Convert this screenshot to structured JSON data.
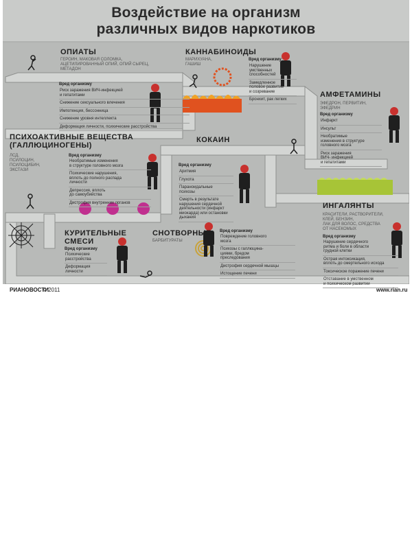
{
  "title": {
    "line1": "Воздействие на организм",
    "line2": "различных видов наркотиков"
  },
  "harm_label": "Вред организму",
  "sections": {
    "opiates": {
      "heading": "ОПИАТЫ",
      "subtitle": "ГЕРОИН, МАКОВАЯ СОЛОМКА,\nАЦЕТИЛИРОВАННЫЙ ОПИЙ, ОПИЙ СЫРЕЦ,\nМЕТАДОН",
      "harms": [
        "Риск заражения ВИЧ-инфекцией\nи гепатитами",
        "Снижение сексуального влечения",
        "Импотенция, бессонница",
        "Снижение уровня интеллекта",
        "Деформация личности, психические расстройства"
      ]
    },
    "cannabinoids": {
      "heading": "КАННАБИНОИДЫ",
      "subtitle": "МАРИХУАНА,\nГАШИШ",
      "harms": [
        "Нарушение\nумственных\nспособностей",
        "Замедленное\nполовое развитие\nи созревание",
        "Бронхит, рак легких"
      ]
    },
    "amphetamines": {
      "heading": "АМФЕТАМИНЫ",
      "subtitle": "ЭФЕДРОН, ПЕРВИТИН,\nЭФЕДРИН",
      "harms": [
        "Инфаркт",
        "Инсульт",
        "Необратимые\nизменения в структуре\nголовного мозга",
        "Риск заражения\nВИЧ- инфекцией\nи гепатитами"
      ]
    },
    "psychoactive": {
      "heading": "ПСИХОАКТИВНЫЕ ВЕЩЕСТВА\n(ГАЛЛЮЦИНОГЕНЫ)",
      "subtitle": "ЛСД,\nПСИЛОЦИН,\nПСИЛОЦИБИН,\nЭКСТАЗИ",
      "harms": [
        "Необратимые изменения\nв структуре головного мозга",
        "Психические нарушения,\nвплоть до полного распада\nличности",
        "Депрессия, вплоть\nдо самоубийства",
        "Дистрофия внутренних органов"
      ]
    },
    "cocaine": {
      "heading": "КОКАИН",
      "harms": [
        "Аритмия",
        "Глухота",
        "Параноидальные\nпсихозы",
        "Смерть в результате\nнарушения сердечной\nдеятельности (инфаркт\nмиокарда) или остановки\nдыхания"
      ]
    },
    "inhalants": {
      "heading": "ИНГАЛЯНТЫ",
      "subtitle": "КРАСИТЕЛИ, РАСТВОРИТЕЛИ,\nКЛЕЙ, БЕНЗИН,\nЛАК ДЛЯ ВОЛОС, СРЕДСТВА\nОТ НАСЕКОМЫХ",
      "harms": [
        "Нарушение сердечного\nритма и боли в области\nгрудной клетки",
        "Острая интоксикация,\nвплоть до смертельного исхода",
        "Токсическое поражение печени",
        "Отставание в умственном\nи психическом развитии"
      ]
    },
    "smoking_mixes": {
      "heading": "КУРИТЕЛЬНЫЕ\nСМЕСИ",
      "harms": [
        "Психические\nрасстройства",
        "Деформация\nличности"
      ]
    },
    "sleeping_pills": {
      "heading": "СНОТВОРНЫЕ",
      "subtitle": "БАРБИТУРАТЫ",
      "harms": [
        "Повреждение головного\nмозга",
        "Психозы с галлюцина-\nциями, бредом\nпреследования",
        "Дистрофия сердечной мышцы",
        "Истощение печени"
      ]
    }
  },
  "footer": {
    "logo": "РИАНОВОСТИ",
    "year": "© 2011",
    "url": "www.rian.ru"
  },
  "colors": {
    "wall": "#b9bbb9",
    "wall_dark": "#8e908e",
    "fire": "#e0521f",
    "acid": "#a7c437",
    "accent_red": "#c8312e",
    "magenta": "#c0308f"
  }
}
